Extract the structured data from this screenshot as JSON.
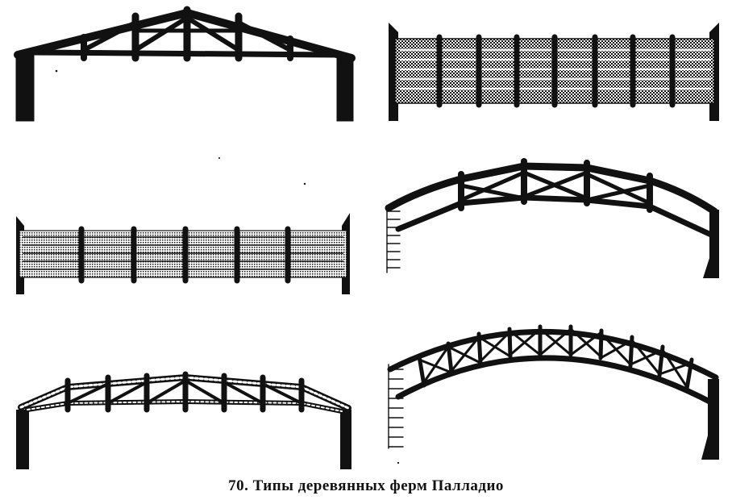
{
  "figure": {
    "caption": "70. Типы деревянных ферм Палладио",
    "ink_color": "#111111",
    "paper_color": "#ffffff",
    "panels": [
      {
        "id": "A",
        "kind": "king-post-truss",
        "description_icon": "pitched-truss-icon"
      },
      {
        "id": "B",
        "kind": "laminated-beam",
        "description_icon": "laminated-beam-icon"
      },
      {
        "id": "C",
        "kind": "laminated-beam",
        "description_icon": "laminated-beam-icon"
      },
      {
        "id": "D",
        "kind": "arched-truss",
        "description_icon": "arched-truss-icon"
      },
      {
        "id": "E",
        "kind": "polygonal-truss",
        "description_icon": "polygonal-truss-icon"
      },
      {
        "id": "F",
        "kind": "arch-truss",
        "description_icon": "arch-truss-icon"
      }
    ]
  }
}
